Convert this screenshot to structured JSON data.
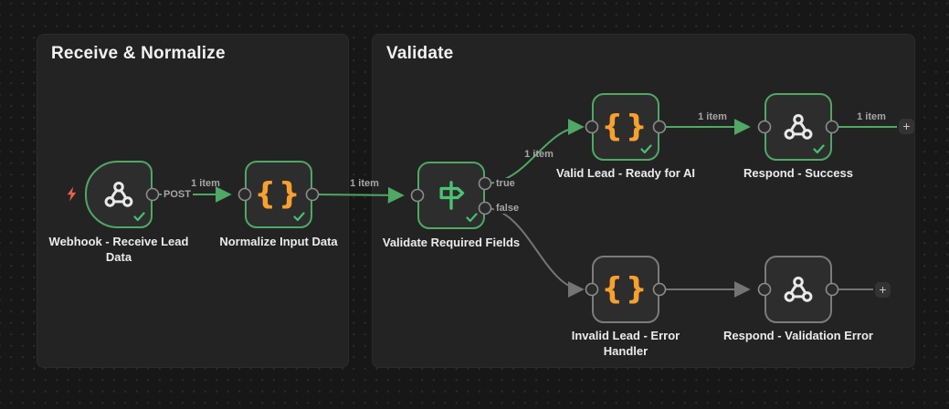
{
  "colors": {
    "canvas_bg": "#171717",
    "grid_dot": "#2a2a2a",
    "group_bg": "#232323",
    "node_bg": "#2d2d2e",
    "success_green": "#4fa863",
    "check_green": "#45c16e",
    "code_orange": "#f7a02f",
    "idle_gray": "#7b7b7b",
    "edge_label_gray": "#a6a6a6",
    "node_label_white": "#ebebeb",
    "trigger_bolt_red": "#e9604d"
  },
  "groups": [
    {
      "title": "Receive & Normalize"
    },
    {
      "title": "Validate"
    }
  ],
  "nodes": [
    {
      "label": "Webhook - Receive Lead Data",
      "type": "webhook-trigger",
      "status": "success",
      "method": "POST"
    },
    {
      "label": "Normalize Input Data",
      "type": "code",
      "status": "success"
    },
    {
      "label": "Validate Required Fields",
      "type": "if",
      "status": "success",
      "outputs": [
        "true",
        "false"
      ]
    },
    {
      "label": "Valid Lead - Ready for AI",
      "type": "code",
      "status": "success"
    },
    {
      "label": "Respond - Success",
      "type": "respond-to-webhook",
      "status": "success"
    },
    {
      "label": "Invalid Lead - Error Handler",
      "type": "code",
      "status": "idle"
    },
    {
      "label": "Respond - Validation Error",
      "type": "respond-to-webhook",
      "status": "idle"
    }
  ],
  "connections": [
    {
      "from": "Webhook - Receive Lead Data",
      "to": "Normalize Input Data",
      "label": "1 item",
      "status": "success"
    },
    {
      "from": "Normalize Input Data",
      "to": "Validate Required Fields",
      "label": "1 item",
      "status": "success"
    },
    {
      "from": "Validate Required Fields",
      "branch": "true",
      "to": "Valid Lead - Ready for AI",
      "label": "1 item",
      "status": "success"
    },
    {
      "from": "Validate Required Fields",
      "branch": "false",
      "to": "Invalid Lead - Error Handler",
      "label": "",
      "status": "idle"
    },
    {
      "from": "Valid Lead - Ready for AI",
      "to": "Respond - Success",
      "label": "1 item",
      "status": "success"
    },
    {
      "from": "Respond - Success",
      "to": "add-node",
      "label": "1 item",
      "status": "success"
    },
    {
      "from": "Invalid Lead - Error Handler",
      "to": "Respond - Validation Error",
      "label": "",
      "status": "idle"
    },
    {
      "from": "Respond - Validation Error",
      "to": "add-node",
      "label": "",
      "status": "idle"
    }
  ],
  "icons": {
    "code_icon": "{}",
    "plus_icon": "+",
    "check_icon": "✓",
    "webhook_icon": "webhook-triangle-glyph",
    "if_icon": "signpost-right-glyph",
    "lightning_icon": "⚡"
  }
}
